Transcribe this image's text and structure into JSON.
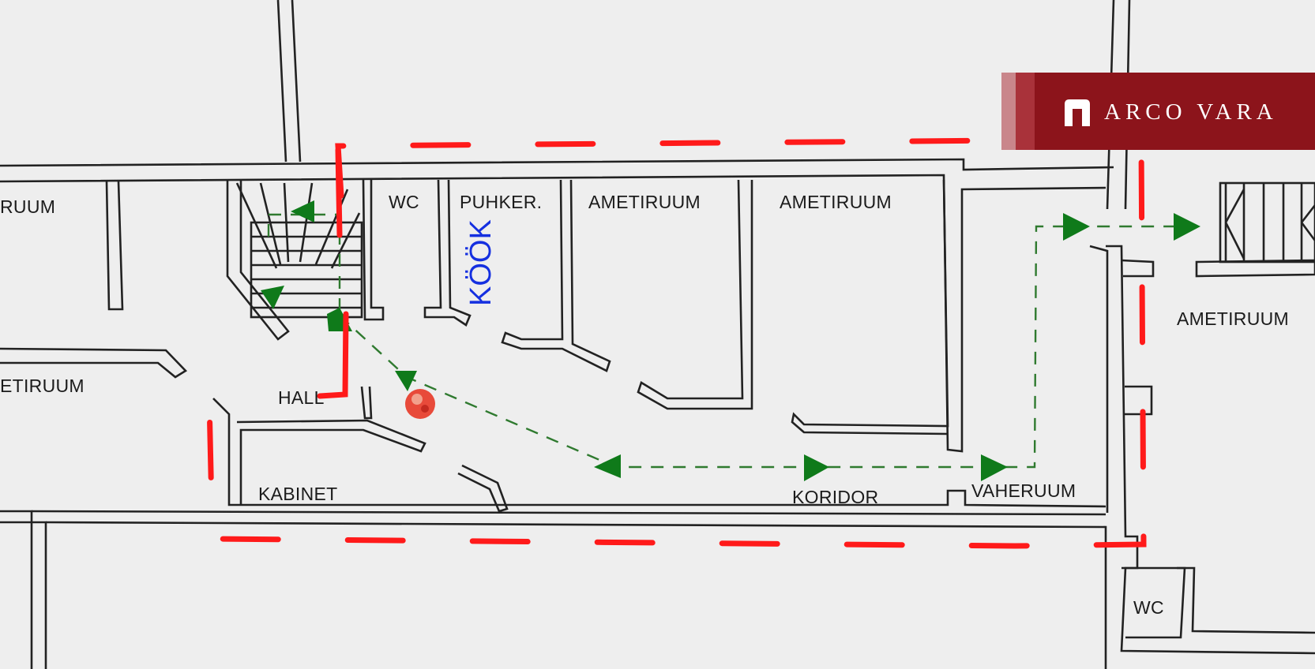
{
  "brand": {
    "name": "ARCO VARA",
    "colors": {
      "primary": "#8c141b",
      "accent_mid": "#a9323a",
      "accent_light": "#c9868b"
    }
  },
  "rooms": {
    "ruum_left": "RUUM",
    "etiruum_left": "ETIRUUM",
    "wc_top": "WC",
    "puhker": "PUHKER.",
    "ametiruum_1": "AMETIRUUM",
    "ametiruum_2": "AMETIRUUM",
    "ametiruum_right": "AMETIRUUM",
    "hall": "HALL",
    "kabinet": "KABINET",
    "koridor": "KORIDOR",
    "vaheruum": "VAHERUUM",
    "wc_bottom": "WC"
  },
  "annotations": {
    "kook": "KÖÖK",
    "boundary_color": "#ff1a1a",
    "evacuation_route_color": "#0f7a1a",
    "kook_color": "#1530e0"
  },
  "icons": [
    "stairs-icon",
    "fire-extinguisher-icon",
    "evacuation-arrow-icon"
  ]
}
